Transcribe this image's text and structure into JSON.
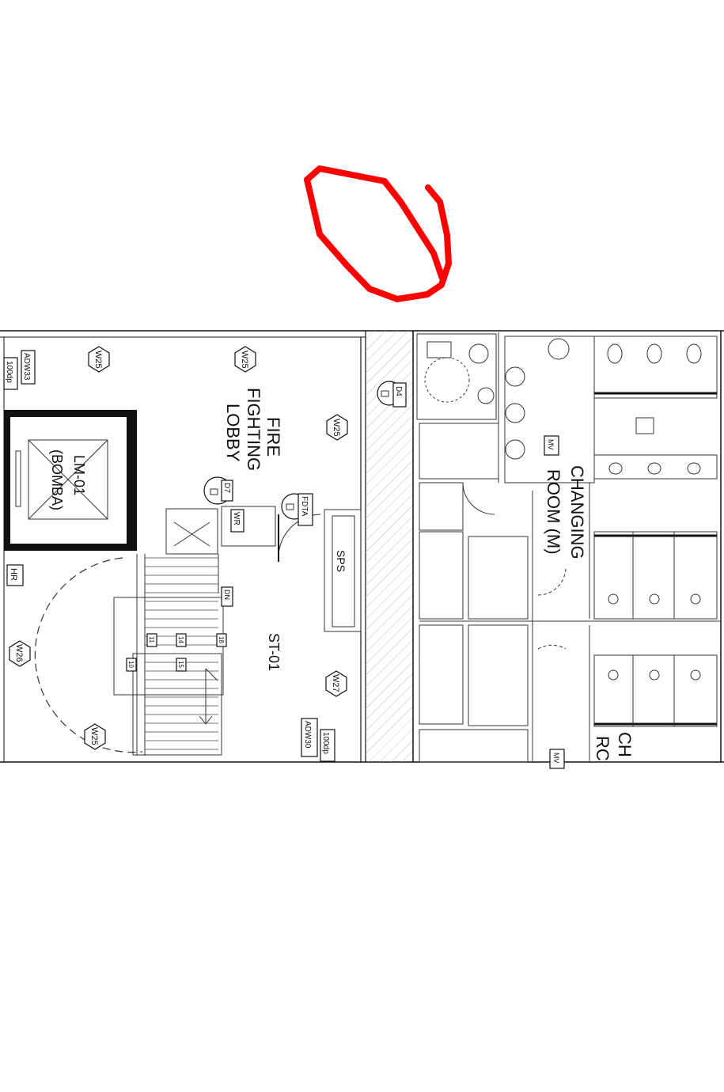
{
  "colors": {
    "markup": "#ff0000",
    "line": "#111111",
    "background": "#ffffff"
  },
  "rooms": {
    "fire_lobby_line1": "FIRE",
    "fire_lobby_line2": "FIGHTING",
    "fire_lobby_line3": "LOBBY",
    "lift_line1": "LM-01",
    "lift_line2": "(BOMBA)",
    "stair": "ST-01",
    "changing_line1": "CHANGING",
    "changing_line2": "ROOM (M)",
    "changing2_line1": "CH",
    "changing2_line2": "RC"
  },
  "tags": {
    "w25": "W25",
    "w26": "W26",
    "w27": "W27",
    "adw33": "ADW33",
    "d100p": "100dp",
    "adw30": "ADW30",
    "d100p_b": "100dp",
    "hr": "HR",
    "d7": "D7",
    "fdta": "FDTA",
    "wr": "WR",
    "sps": "SPS",
    "d4": "D4",
    "mv": "MV",
    "dn": "DN",
    "step10": "10",
    "step11": "11",
    "step14": "14",
    "step15": "15",
    "step18": "18"
  }
}
